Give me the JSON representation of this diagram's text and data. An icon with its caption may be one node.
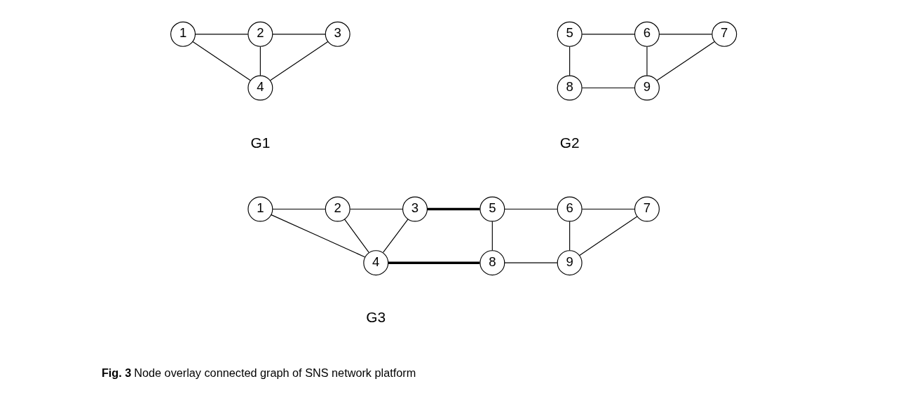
{
  "diagram": {
    "caption": "**Fig. 3** Node overlay connected graph of SNS network platform",
    "nodes": [
      {
        "text": [
          "1"
        ]
      },
      {
        "text": [
          "2"
        ]
      },
      {
        "text": [
          "3"
        ]
      },
      {
        "text": [
          "4"
        ]
      },
      {
        "text": [
          "5"
        ]
      },
      {
        "text": [
          "6"
        ]
      },
      {
        "text": [
          "7"
        ]
      },
      {
        "text": [
          "8"
        ]
      },
      {
        "text": [
          "9"
        ]
      },
      {
        "text": [
          "1"
        ]
      },
      {
        "text": [
          "2"
        ]
      },
      {
        "text": [
          "3"
        ]
      },
      {
        "text": [
          "4"
        ]
      },
      {
        "text": [
          "5"
        ]
      },
      {
        "text": [
          "6"
        ]
      },
      {
        "text": [
          "7"
        ]
      },
      {
        "text": [
          "8"
        ]
      },
      {
        "text": [
          "9"
        ]
      }
    ],
    "edges": [
      {
        "from": 0,
        "to": 1,
        "arrow": "none"
      },
      {
        "from": 1,
        "to": 2,
        "arrow": "none"
      },
      {
        "from": 0,
        "to": 3,
        "arrow": "none"
      },
      {
        "from": 1,
        "to": 3,
        "arrow": "none"
      },
      {
        "from": 2,
        "to": 3,
        "arrow": "none"
      },
      {
        "from": 4,
        "to": 5,
        "arrow": "none"
      },
      {
        "from": 5,
        "to": 6,
        "arrow": "none"
      },
      {
        "from": 4,
        "to": 7,
        "arrow": "none"
      },
      {
        "from": 5,
        "to": 8,
        "arrow": "none"
      },
      {
        "from": 6,
        "to": 8,
        "arrow": "none"
      },
      {
        "from": 7,
        "to": 8,
        "arrow": "none"
      },
      {
        "from": 9,
        "to": 10,
        "arrow": "none"
      },
      {
        "from": 10,
        "to": 11,
        "arrow": "none"
      },
      {
        "from": 9,
        "to": 12,
        "arrow": "none"
      },
      {
        "from": 10,
        "to": 12,
        "arrow": "none"
      },
      {
        "from": 11,
        "to": 12,
        "arrow": "none"
      },
      {
        "from": 11,
        "to": 13,
        "arrow": "none",
        "style": "thick"
      },
      {
        "from": 13,
        "to": 14,
        "arrow": "none"
      },
      {
        "from": 14,
        "to": 15,
        "arrow": "none"
      },
      {
        "from": 13,
        "to": 16,
        "arrow": "none"
      },
      {
        "from": 14,
        "to": 17,
        "arrow": "none"
      },
      {
        "from": 15,
        "to": 17,
        "arrow": "none"
      },
      {
        "from": 16,
        "to": 17,
        "arrow": "none"
      },
      {
        "from": 12,
        "to": 16,
        "arrow": "none",
        "style": "thick"
      }
    ],
    "labels": [
      "G1",
      "G2",
      "G3"
    ]
  }
}
